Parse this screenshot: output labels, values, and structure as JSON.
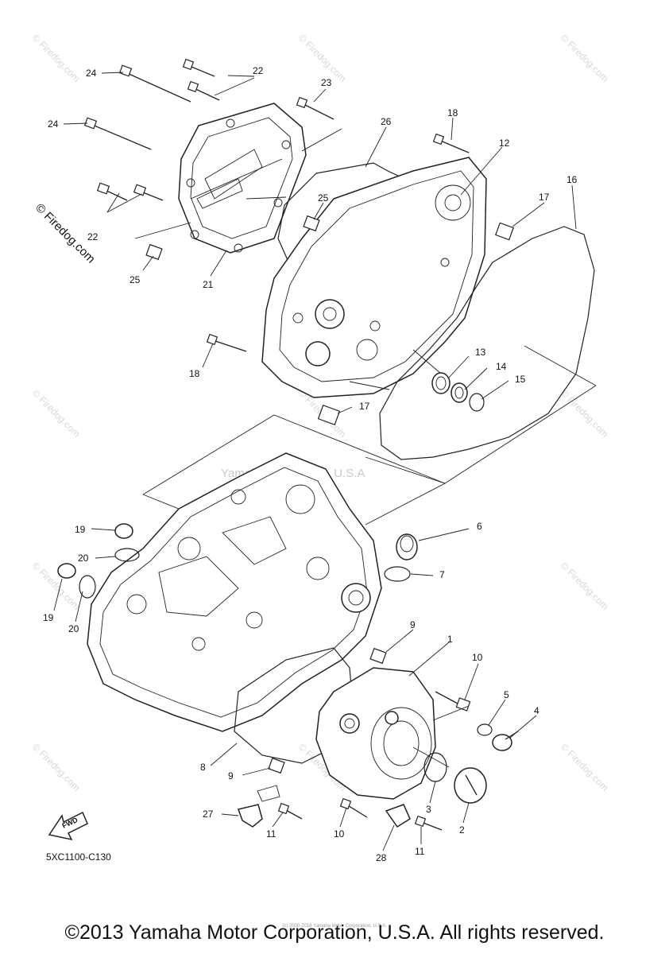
{
  "watermark": "© Firedog.com",
  "center_watermark": "Yamaha Motor Corp. U.S.A",
  "rotated_watermark": "© Firedog.com",
  "diagram_code": "5XC1100-C130",
  "fwd_label": "FWD",
  "footer_small": "(c) 2000-2016 Yamaha Motor Corporation, U.S.A.",
  "footer": "©2013 Yamaha Motor Corporation, U.S.A. All rights reserved.",
  "callouts": [
    "24",
    "22",
    "23",
    "18",
    "26",
    "12",
    "24",
    "17",
    "16",
    "25",
    "22",
    "25",
    "21",
    "18",
    "13",
    "14",
    "15",
    "17",
    "19",
    "6",
    "20",
    "7",
    "19",
    "20",
    "9",
    "1",
    "10",
    "5",
    "4",
    "8",
    "9",
    "3",
    "2",
    "27",
    "11",
    "10",
    "28",
    "11"
  ]
}
